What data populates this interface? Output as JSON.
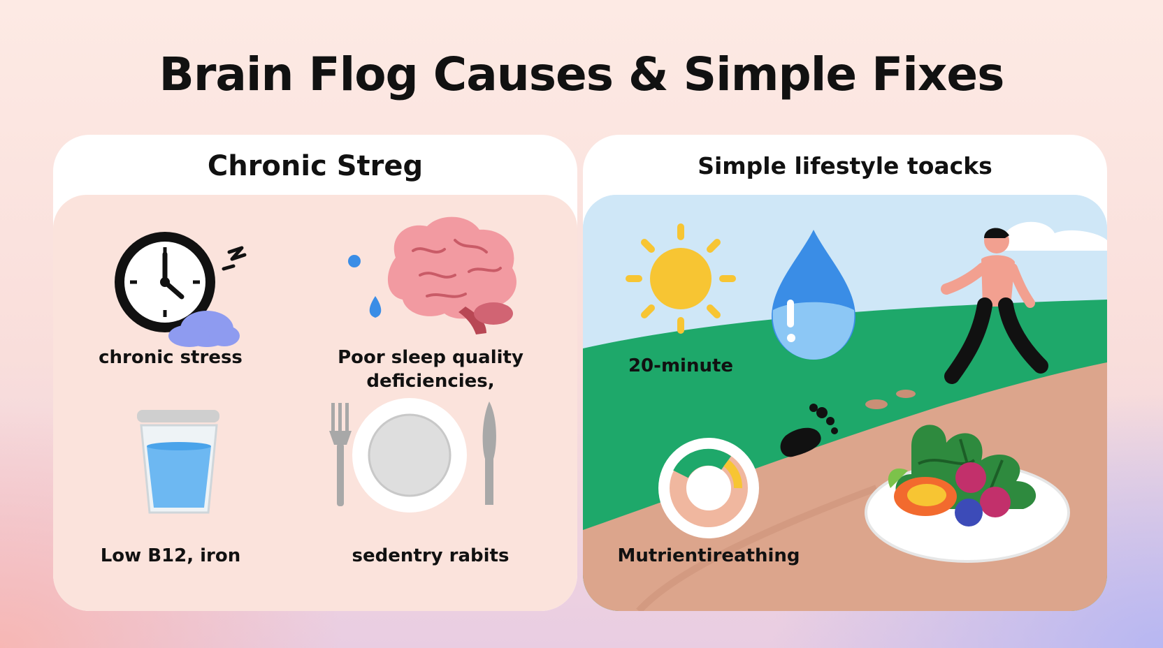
{
  "title": "Brain Flog Causes & Simple Fixes",
  "left_panel": {
    "heading": "Chronic Streg",
    "items": [
      {
        "icon": "clock-sleep-icon",
        "label": "chronic stress"
      },
      {
        "icon": "brain-icon",
        "label_line1": "Poor sleep quality",
        "label_line2": "deficiencies,"
      },
      {
        "icon": "water-glass-icon",
        "label": "Low B12, iron"
      },
      {
        "icon": "plate-cutlery-icon",
        "label": "sedentry rabits"
      }
    ]
  },
  "right_panel": {
    "heading": "Simple lifestyle toacks",
    "labels": {
      "sun": "20-minute",
      "donut": "Mutrientireathing"
    },
    "icons": [
      "sun-icon",
      "water-drop-icon",
      "walking-person-icon",
      "footprint-icon",
      "donut-chart-icon",
      "salad-plate-icon"
    ]
  },
  "colors": {
    "stress_bg": "#fbe3dc",
    "sky": "#cfe7f7",
    "grass": "#1ea86a",
    "path": "#dca58c",
    "sun": "#f7c533",
    "water": "#5aaaf0"
  }
}
